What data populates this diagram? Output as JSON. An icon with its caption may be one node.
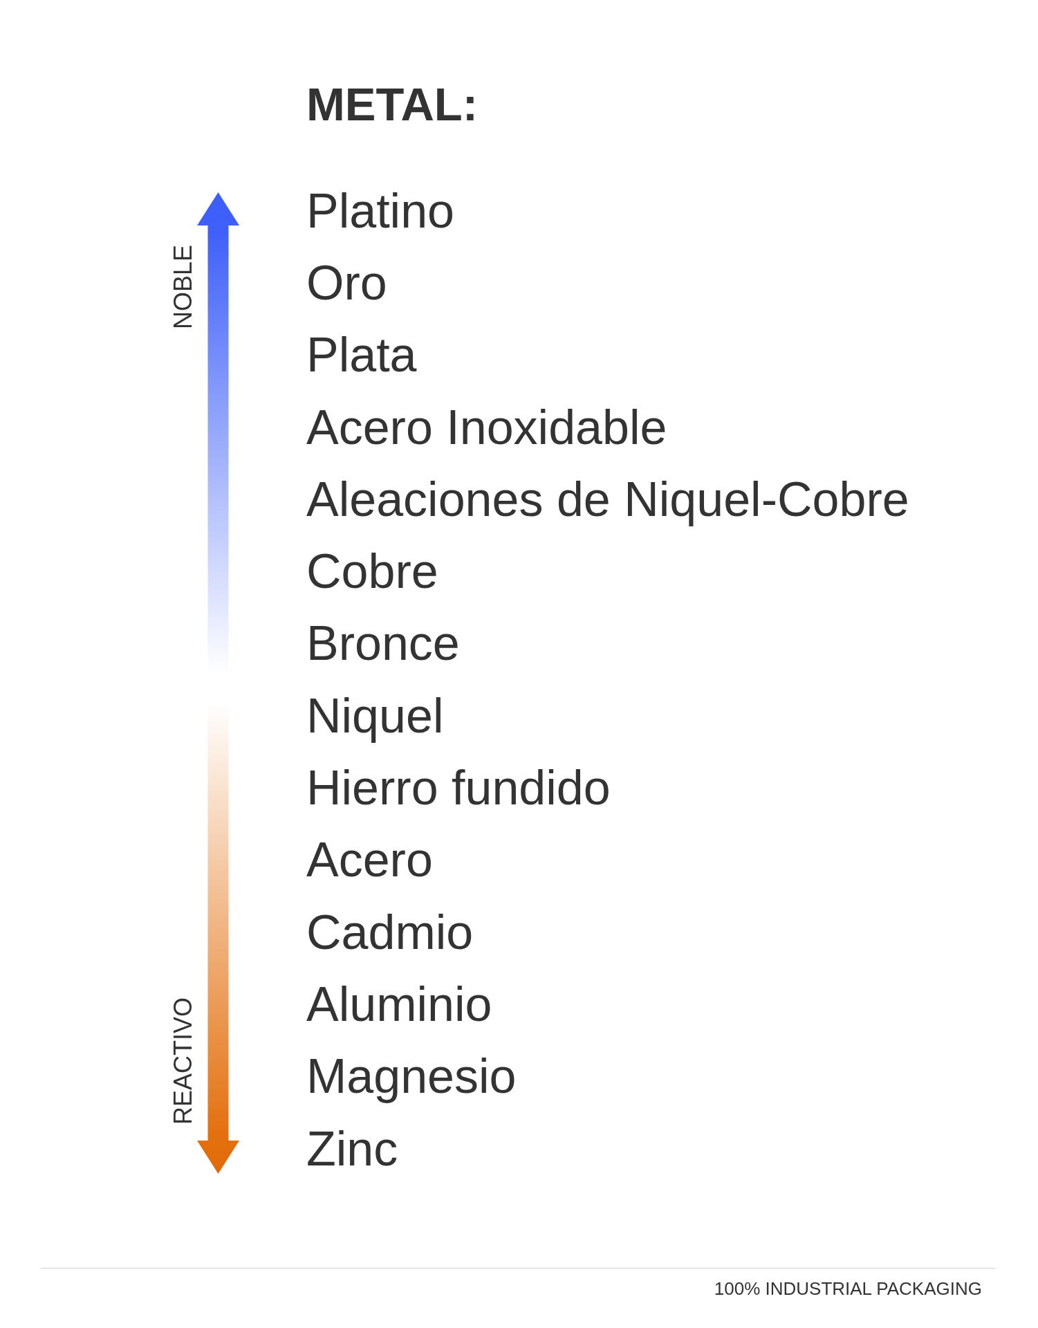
{
  "diagram": {
    "title": "METAL:",
    "labels": [
      "NOBLE",
      "Platino",
      "Oro",
      "Plata",
      "Acero Inoxidable",
      "Aleaciones de Niquel-Cobre",
      "Cobre",
      "Bronce",
      "Niquel",
      "Hierro fundido",
      "Acero",
      "Cadmio",
      "Aluminio",
      "REACTIVO",
      "Magnesio",
      "Zinc",
      "100% INDUSTRIAL PACKAGING"
    ]
  }
}
